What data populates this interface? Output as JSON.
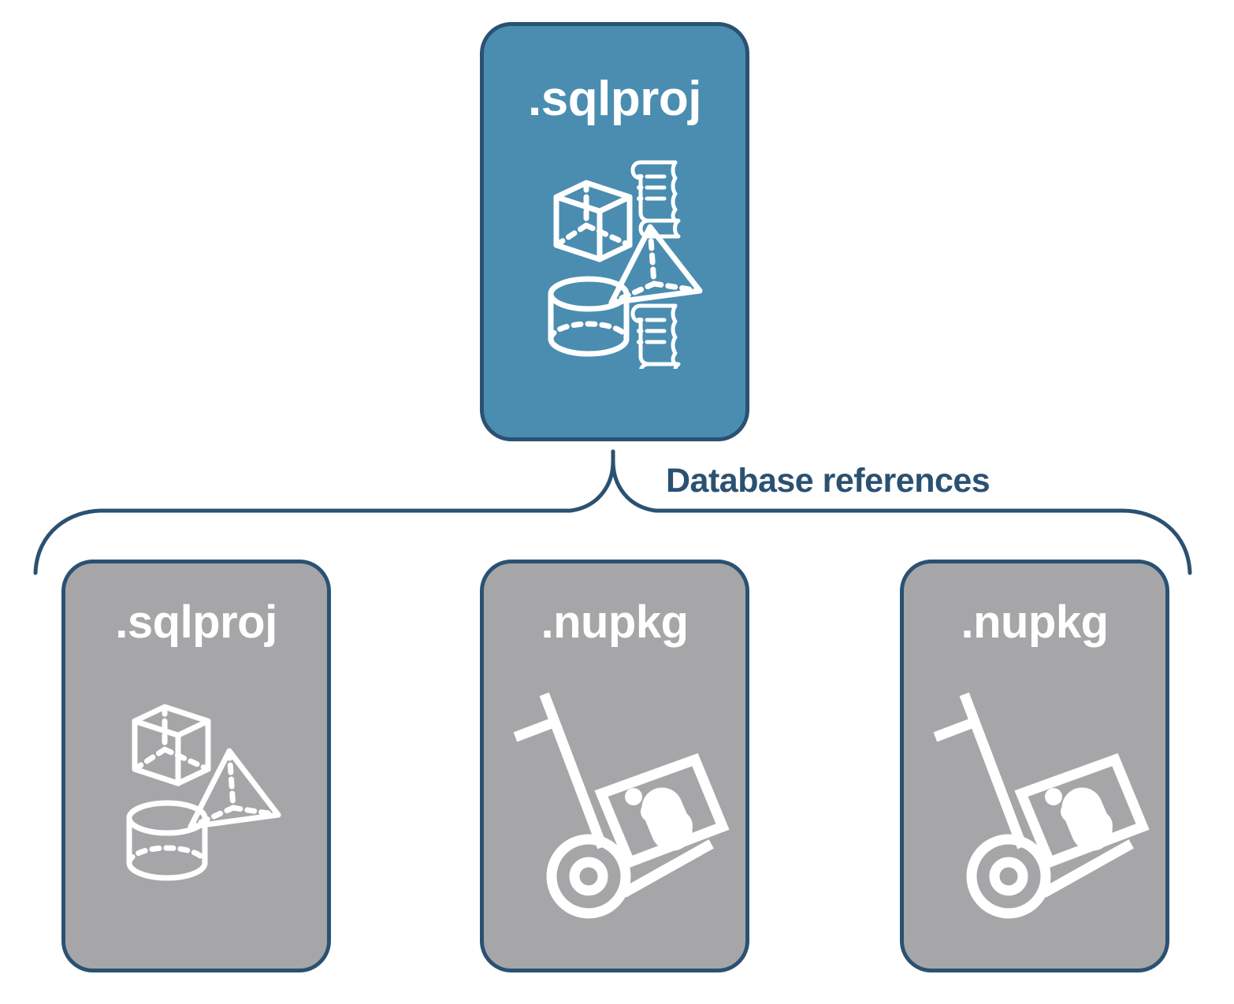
{
  "diagram": {
    "title_implicit": "",
    "colors": {
      "primary_card_fill": "#4a8db0",
      "secondary_card_fill": "#a6a6a8",
      "border": "#2b5172",
      "label_text": "#2b5172",
      "card_text": "#ffffff",
      "background": "#ffffff"
    },
    "connector": {
      "label": "Database references",
      "style": "curly-brace"
    },
    "nodes": {
      "top": {
        "label": ".sqlproj",
        "kind": "primary",
        "icons": [
          "cube-icon",
          "scroll-icon",
          "pyramid-icon",
          "cylinder-icon",
          "scroll-icon"
        ]
      },
      "children": [
        {
          "label": ".sqlproj",
          "kind": "secondary",
          "icon_set": "database-objects",
          "icons": [
            "cube-icon",
            "pyramid-icon",
            "cylinder-icon"
          ]
        },
        {
          "label": ".nupkg",
          "kind": "secondary",
          "icon_set": "nuget-package",
          "icons": [
            "hand-truck-package-icon"
          ]
        },
        {
          "label": ".nupkg",
          "kind": "secondary",
          "icon_set": "nuget-package",
          "icons": [
            "hand-truck-package-icon"
          ]
        }
      ]
    }
  }
}
